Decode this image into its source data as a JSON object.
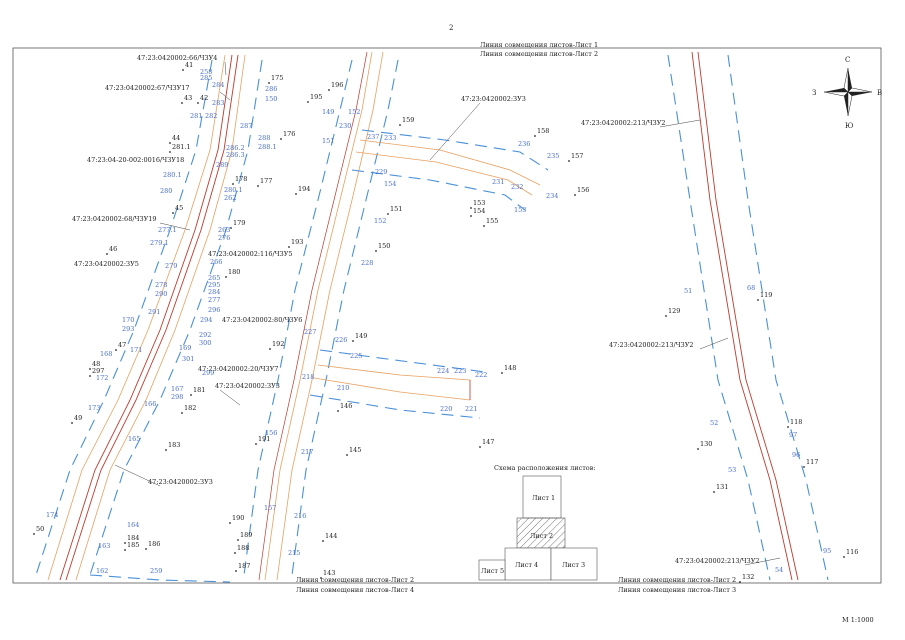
{
  "page_number": "2",
  "scale": "М 1:1000",
  "compass": {
    "north": "С",
    "south": "Ю",
    "east": "В",
    "west": "З"
  },
  "sheet_lines": {
    "top_1": "Линия совмещения листов-Лист 1",
    "top_2": "Линия совмещения листов-Лист 2",
    "bottom_left_1": "Линия совмещения листов-Лист 2",
    "bottom_left_2": "Линия совмещения листов-Лист 4",
    "bottom_right_1": "Линия совмещения листов-Лист 2",
    "bottom_right_2": "Линия совмещения листов-Лист 3"
  },
  "scheme": {
    "title": "Схема расположения листов:",
    "sheet_1": "Лист 1",
    "sheet_2": "Лист 2",
    "sheet_3": "Лист 3",
    "sheet_4": "Лист 4",
    "sheet_5": "Лист 5"
  },
  "colors": {
    "road_red": "#c0392b",
    "road_orange": "#e8a060",
    "boundary_blue": "#4a90d9",
    "label_blue": "#4a6fc9",
    "ink": "#222222"
  },
  "parcel_codes": [
    "47:23:0420002:66/ЧЗУ4",
    "47:23:0420002:67/ЧЗУ17",
    "47:23:04-20-002:0016/ЧЗУ18",
    "47:23:0420002:68/ЧЗУ19",
    "47:23:0420002:116/ЧЗУ5",
    "47:23:0420002:ЗУ5",
    "47:23:0420002:80/ЧЗУ6",
    "47:23:0420002:20/ЧЗУ7",
    "47:23:0420002:ЗУ3",
    "47:23:0420002:ЗУ3",
    "47:23:0420002:ЗУ3",
    "47:23:0420002:213/ЧЗУ2",
    "47:23:0420002:213/ЧЗУ2",
    "47:23:0420002:213/ЧЗУ2"
  ],
  "black_points": [
    "41",
    "43",
    "42",
    "44",
    "281.1",
    "178",
    "177",
    "45",
    "176",
    "179",
    "46",
    "180",
    "47",
    "48",
    "297",
    "181",
    "182",
    "49",
    "183",
    "50",
    "184",
    "185",
    "186",
    "175",
    "196",
    "195",
    "159",
    "194",
    "151",
    "193",
    "150",
    "192",
    "191",
    "190",
    "189",
    "188",
    "187",
    "149",
    "146",
    "145",
    "144",
    "143",
    "158",
    "157",
    "153",
    "154",
    "155",
    "156",
    "148",
    "147",
    "129",
    "119",
    "130",
    "118",
    "131",
    "117",
    "116",
    "132"
  ],
  "blue_points": [
    "258",
    "285",
    "284",
    "283",
    "282",
    "281",
    "287",
    "288",
    "288.1",
    "286.2",
    "286.3",
    "289",
    "280.1",
    "280",
    "280.1",
    "262",
    "263",
    "276",
    "277.1",
    "279.1",
    "266",
    "279",
    "265",
    "295",
    "284",
    "277",
    "296",
    "278",
    "290",
    "291",
    "294",
    "170",
    "292",
    "293",
    "300",
    "169",
    "301",
    "168",
    "171",
    "172",
    "299",
    "167",
    "298",
    "173",
    "166",
    "165",
    "174",
    "164",
    "163",
    "162",
    "259",
    "286",
    "150",
    "149",
    "152",
    "151",
    "230",
    "237",
    "233",
    "236",
    "235",
    "231",
    "232",
    "234",
    "153",
    "229",
    "152",
    "154",
    "228",
    "227",
    "226",
    "225",
    "218",
    "210",
    "156",
    "217",
    "157",
    "216",
    "215",
    "224",
    "223",
    "222",
    "220",
    "221",
    "51",
    "68",
    "52",
    "97",
    "53",
    "96",
    "54",
    "95"
  ]
}
